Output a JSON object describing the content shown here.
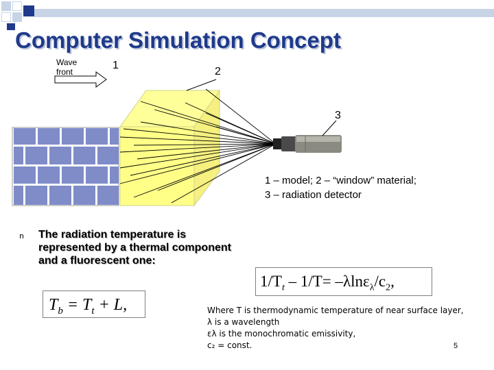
{
  "slide": {
    "title": "Computer Simulation Concept",
    "page_number": "5"
  },
  "diagram": {
    "wave_front_line1": "Wave",
    "wave_front_line2": "front",
    "label_1": "1",
    "label_2": "2",
    "label_3": "3",
    "legend_line1": "1 – model; 2 – “window” material;",
    "legend_line2": "3 – radiation detector"
  },
  "bullet": {
    "mark": "n",
    "line1": "The radiation temperature is",
    "line2": "represented by a thermal component",
    "line3": "and a fluorescent one:"
  },
  "formulas": {
    "tb_T": "T",
    "tb_b": "b",
    "tb_eq": " = T",
    "tb_t": "t",
    "tb_rest": " + L,",
    "rel_a": "1/T",
    "rel_t": "t",
    "rel_b": " – 1/T= –λlnε",
    "rel_lam": "λ",
    "rel_c": "/c",
    "rel_2": "2",
    "rel_end": ","
  },
  "where": {
    "line1": "Where T is thermodynamic temperature of near surface layer,",
    "line2": "λ is a wavelength",
    "line3": "ελ is the monochromatic emissivity,",
    "line4": "c₂ = const."
  },
  "colors": {
    "title": "#1f3a8a",
    "brick": "#7f8cc8",
    "window": "#ffff99",
    "window_edge": "#d6d68a",
    "deco_dark": "#1f3a8a",
    "deco_light": "#c6d4e6"
  }
}
